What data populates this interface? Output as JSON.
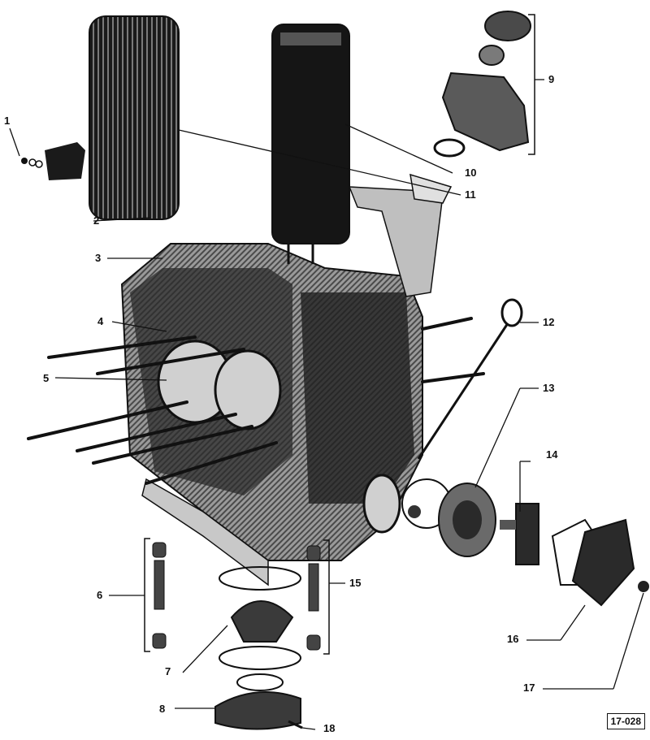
{
  "diagram": {
    "callouts": [
      {
        "id": "1",
        "label": "1"
      },
      {
        "id": "2",
        "label": "2"
      },
      {
        "id": "3",
        "label": "3"
      },
      {
        "id": "4",
        "label": "4"
      },
      {
        "id": "5",
        "label": "5"
      },
      {
        "id": "6",
        "label": "6"
      },
      {
        "id": "7",
        "label": "7"
      },
      {
        "id": "8",
        "label": "8"
      },
      {
        "id": "9",
        "label": "9"
      },
      {
        "id": "10",
        "label": "10"
      },
      {
        "id": "11",
        "label": "11"
      },
      {
        "id": "12",
        "label": "12"
      },
      {
        "id": "13",
        "label": "13"
      },
      {
        "id": "14",
        "label": "14"
      },
      {
        "id": "15",
        "label": "15"
      },
      {
        "id": "16",
        "label": "16"
      },
      {
        "id": "17",
        "label": "17"
      },
      {
        "id": "18",
        "label": "18"
      }
    ],
    "figure_ref": "17-028",
    "colors": {
      "ink": "#111111",
      "mid": "#6e6e6e",
      "light": "#bdbdbd",
      "paper": "#ffffff"
    }
  }
}
